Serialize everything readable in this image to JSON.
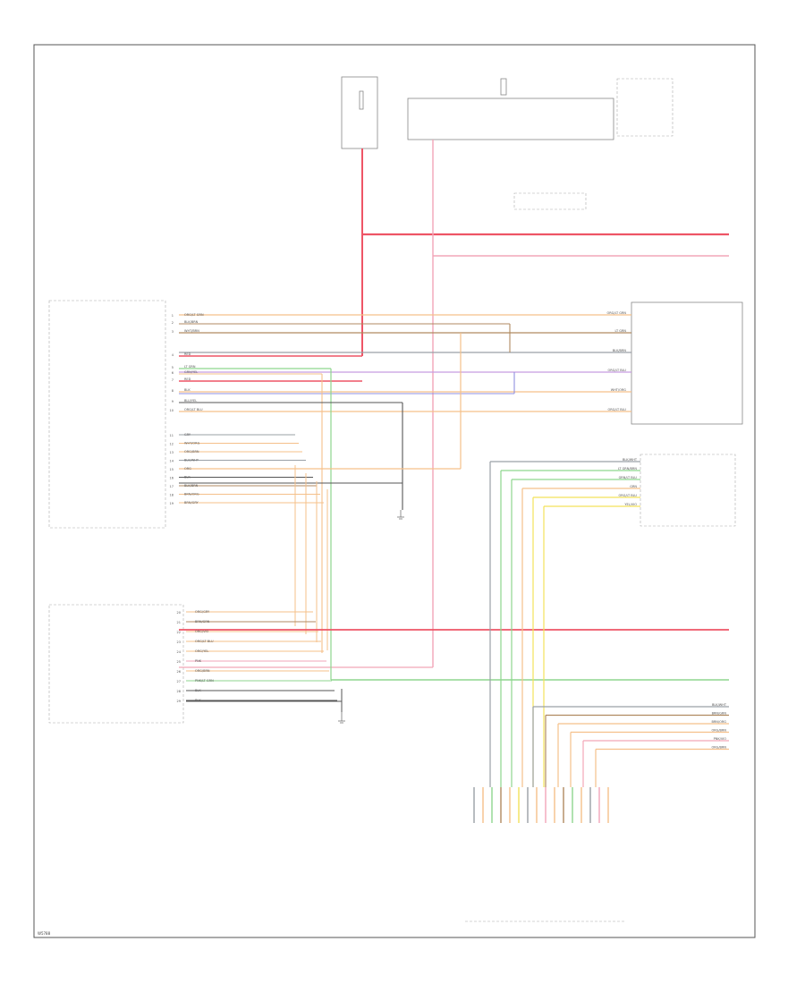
{
  "page": {
    "corner_code": "W5788"
  },
  "colors": {
    "red": "#ee5566",
    "pink": "#f2a6b8",
    "orange": "#f5c08a",
    "yellow": "#f3e25a",
    "green": "#8ed68e",
    "blue": "#8f8fe0",
    "violet": "#c79ce0",
    "brown": "#b08a60",
    "gray": "#9aa0a6",
    "black": "#555555",
    "teal": "#6cc7c7"
  },
  "left_connector_rows": [
    {
      "num": "1",
      "wire": "ORG/LT GRN"
    },
    {
      "num": "2",
      "wire": "BLK/BRN"
    },
    {
      "num": "3",
      "wire": "WHT/BRN"
    },
    {
      "num": "4",
      "wire": "RED"
    },
    {
      "num": "5",
      "wire": "LT GRN"
    },
    {
      "num": "6",
      "wire": "GRN/YEL"
    },
    {
      "num": "7",
      "wire": "RED"
    },
    {
      "num": "8",
      "wire": "BLK"
    },
    {
      "num": "9",
      "wire": "BLU/YEL"
    },
    {
      "num": "10",
      "wire": "ORG/LT BLU"
    }
  ],
  "mid_connector_rows": [
    {
      "num": "11",
      "wire": "GRY"
    },
    {
      "num": "12",
      "wire": "WHT/ORG"
    },
    {
      "num": "13",
      "wire": "ORG/BRN"
    },
    {
      "num": "14",
      "wire": "BLK/WHT"
    },
    {
      "num": "15",
      "wire": "ORG"
    },
    {
      "num": "16",
      "wire": "BLK"
    },
    {
      "num": "17",
      "wire": "BLK/BRN"
    },
    {
      "num": "18",
      "wire": "BRN/ORG"
    },
    {
      "num": "19",
      "wire": "BRN/GRY"
    }
  ],
  "lower_connector_rows": [
    {
      "num": "20",
      "wire": "ORG/GRY"
    },
    {
      "num": "21",
      "wire": "BRN/GRN"
    },
    {
      "num": "22",
      "wire": "ORG/VIO"
    },
    {
      "num": "23",
      "wire": "ORG/LT BLU"
    },
    {
      "num": "24",
      "wire": "ORG/YEL"
    },
    {
      "num": "25",
      "wire": "PNK"
    },
    {
      "num": "26",
      "wire": "ORG/BRN"
    },
    {
      "num": "27",
      "wire": "PNK/LT GRN"
    },
    {
      "num": "28",
      "wire": "BLK"
    },
    {
      "num": "29",
      "wire": "BLK"
    }
  ],
  "right_module_rows": [
    {
      "wire": "ORG/LT GRN"
    },
    {
      "wire": "LT GRN"
    },
    {
      "wire": "BLK/BRN"
    },
    {
      "wire": "ORG/LT BLU"
    },
    {
      "wire": "WHT/ORG"
    },
    {
      "wire": "ORG/LT BLU"
    }
  ],
  "right_lower_rows": [
    {
      "wire": "BLK/WHT"
    },
    {
      "wire": "LT GRN/BRN"
    },
    {
      "wire": "GRN/LT BLU"
    },
    {
      "wire": "GRN"
    },
    {
      "wire": "ORG/LT BLU"
    },
    {
      "wire": "YEL/VIO"
    }
  ],
  "bottom_right_rows": [
    {
      "wire": "BLK/WHT"
    },
    {
      "wire": "BRN/GRN"
    },
    {
      "wire": "BRN/ORG"
    },
    {
      "wire": "ORG/BRN"
    },
    {
      "wire": "PNK/VIO"
    },
    {
      "wire": "ORG/BRN"
    }
  ]
}
